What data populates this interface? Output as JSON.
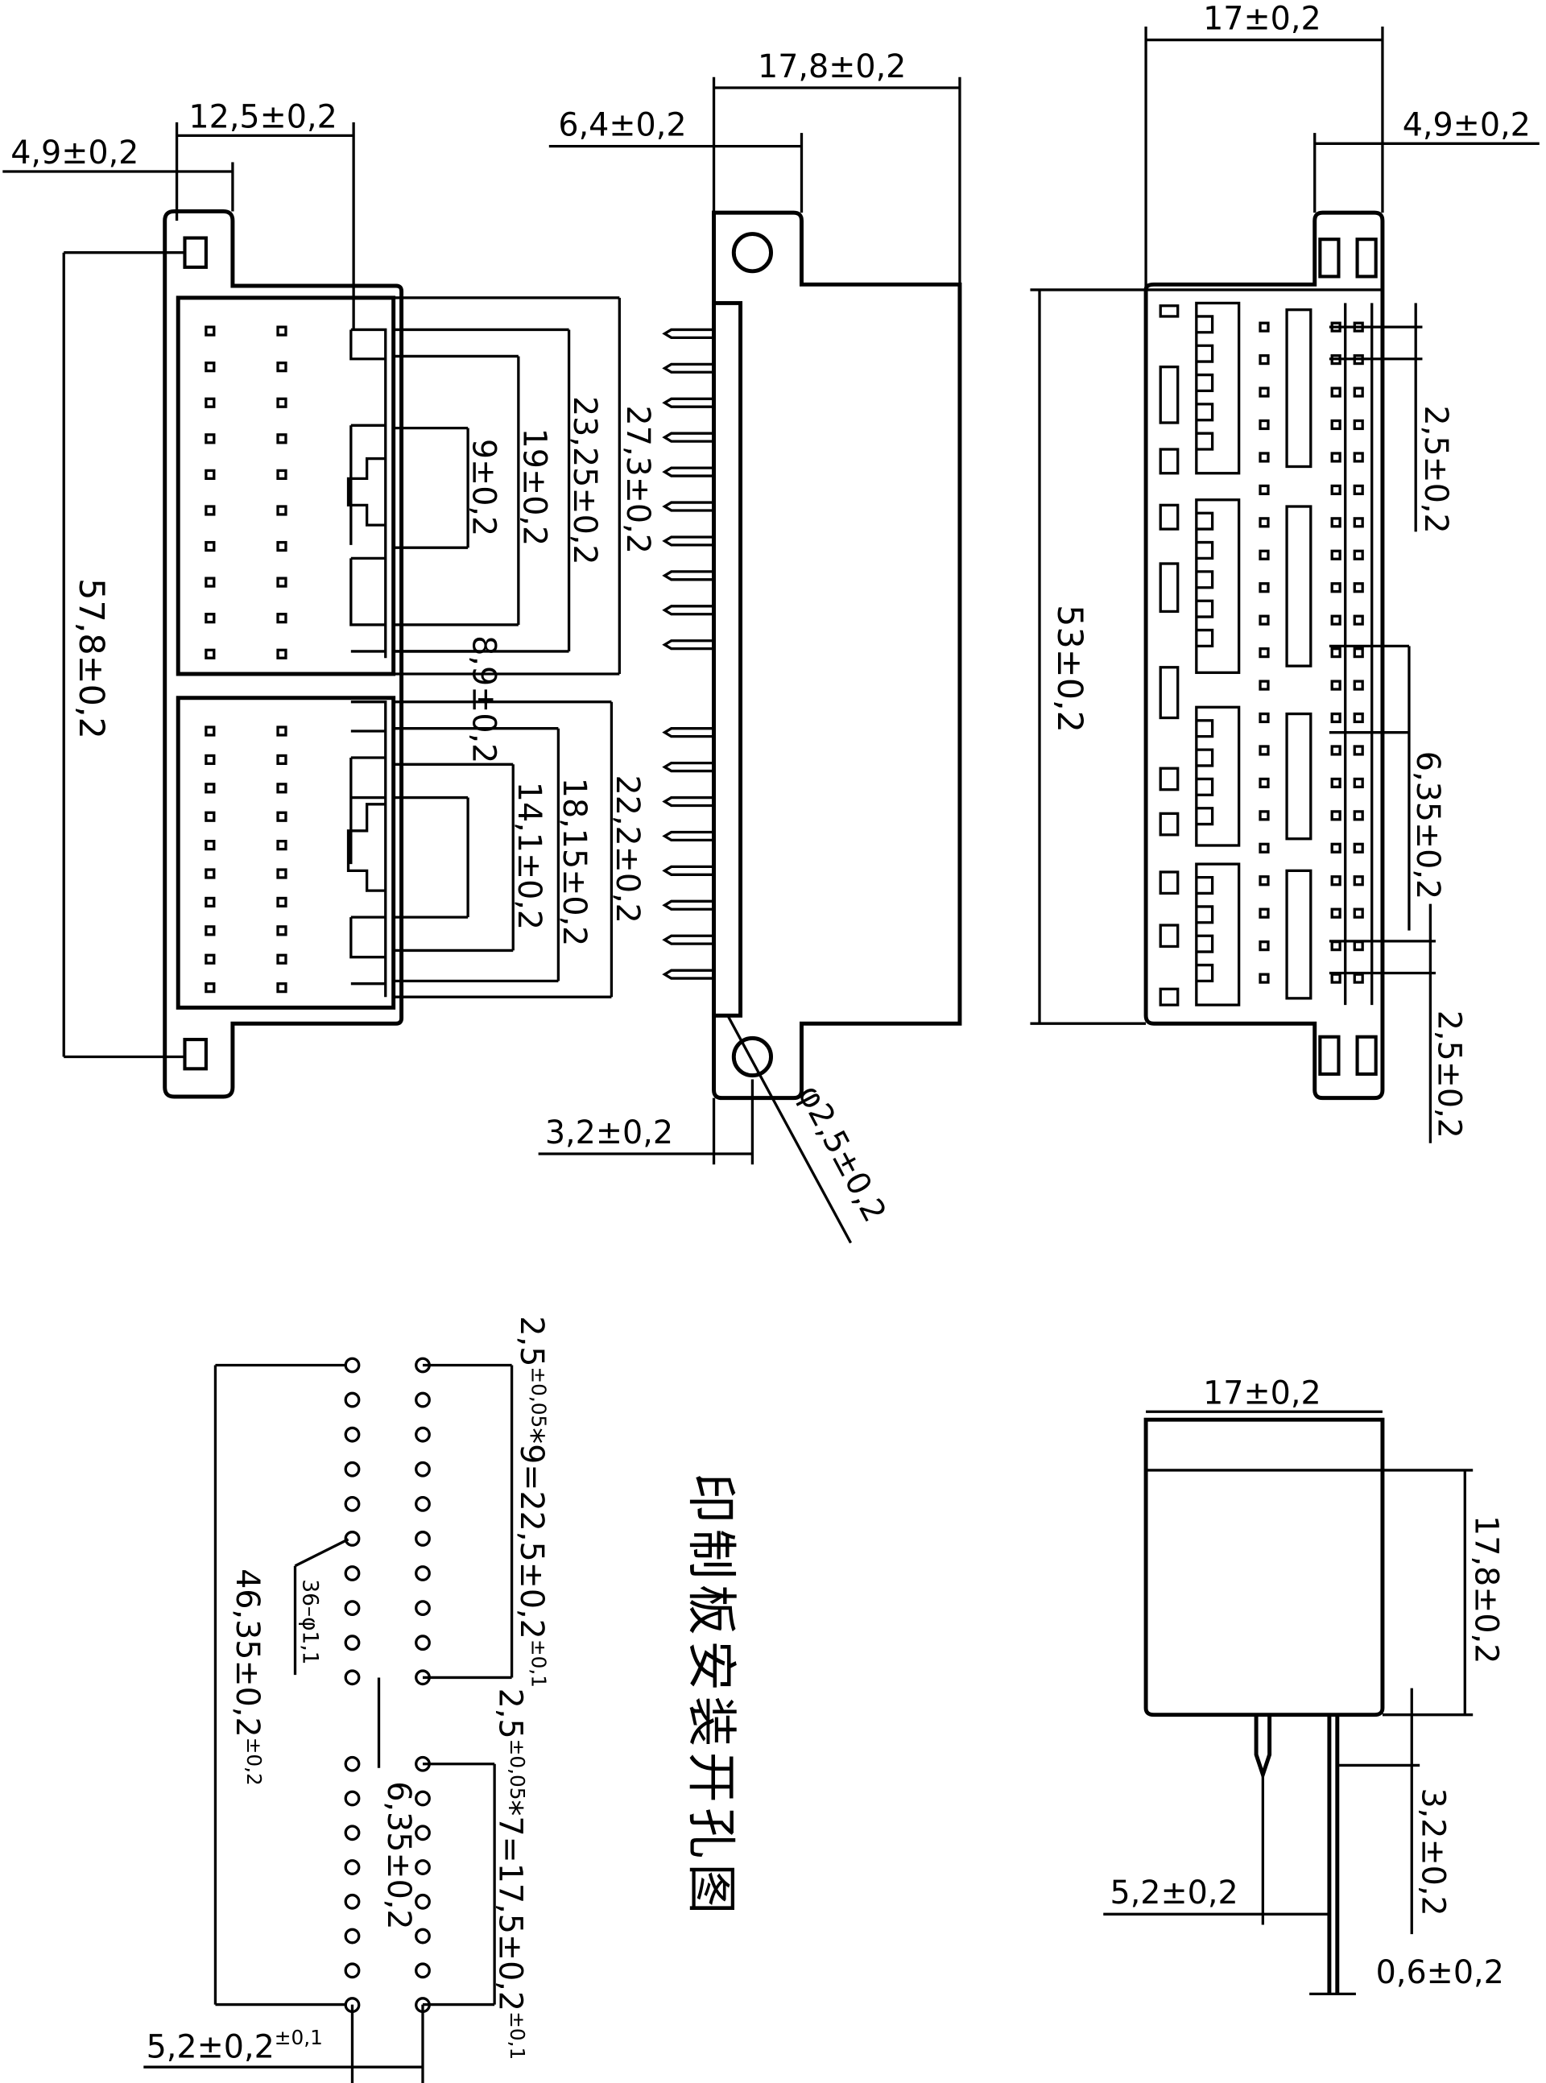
{
  "front_view": {
    "dim_width_top": "12,5±0,2",
    "dim_tab_width": "4,9±0,2",
    "dim_overall_height": "57,8±0,2",
    "dim_a": "9±0,2",
    "dim_b": "19±0,2",
    "dim_c": "23,25±0,2",
    "dim_d": "27,3±0,2",
    "dim_e": "8,9±0,2",
    "dim_f": "14,1±0,2",
    "dim_g": "18,15±0,2",
    "dim_h": "22,2±0,2"
  },
  "side_view": {
    "dim_width": "17,8±0,2",
    "dim_offset": "6,4±0,2",
    "dim_hole_offset": "3,2±0,2",
    "dim_hole_dia": "φ2,5±0,2"
  },
  "rear_view": {
    "dim_width": "17±0,2",
    "dim_tab": "4,9±0,2",
    "dim_height": "53±0,2",
    "dim_pitch_top": "2,5±0,2",
    "dim_pitch_group": "6,35±0,2",
    "dim_pitch_bottom": "2,5±0,2"
  },
  "pcb_layout": {
    "title": "印制板安装开孔图",
    "pitch_upper_base": "2,5",
    "pitch_upper_tol": "±0,05",
    "pitch_upper_expr": "*9=22,5±0,2",
    "pitch_upper_tol2": "±0,1",
    "pitch_lower_base": "2,5",
    "pitch_lower_tol": "±0,05",
    "pitch_lower_expr": "*7=17,5±0,2",
    "pitch_lower_tol2": "±0,1",
    "overall_base": "46,35±0,2",
    "overall_tol": "±0,2",
    "hole_spec": "36–φ1,1",
    "group_gap": "6,35±0,2",
    "row_spacing_base": "5,2±0,2",
    "row_spacing_tol": "±0,1"
  },
  "bottom_view": {
    "dim_width": "17±0,2",
    "dim_height": "17,8±0,2",
    "dim_pin_len": "3,2±0,2",
    "dim_pin_offset": "5,2±0,2",
    "dim_pin_thick": "0,6±0,2"
  }
}
